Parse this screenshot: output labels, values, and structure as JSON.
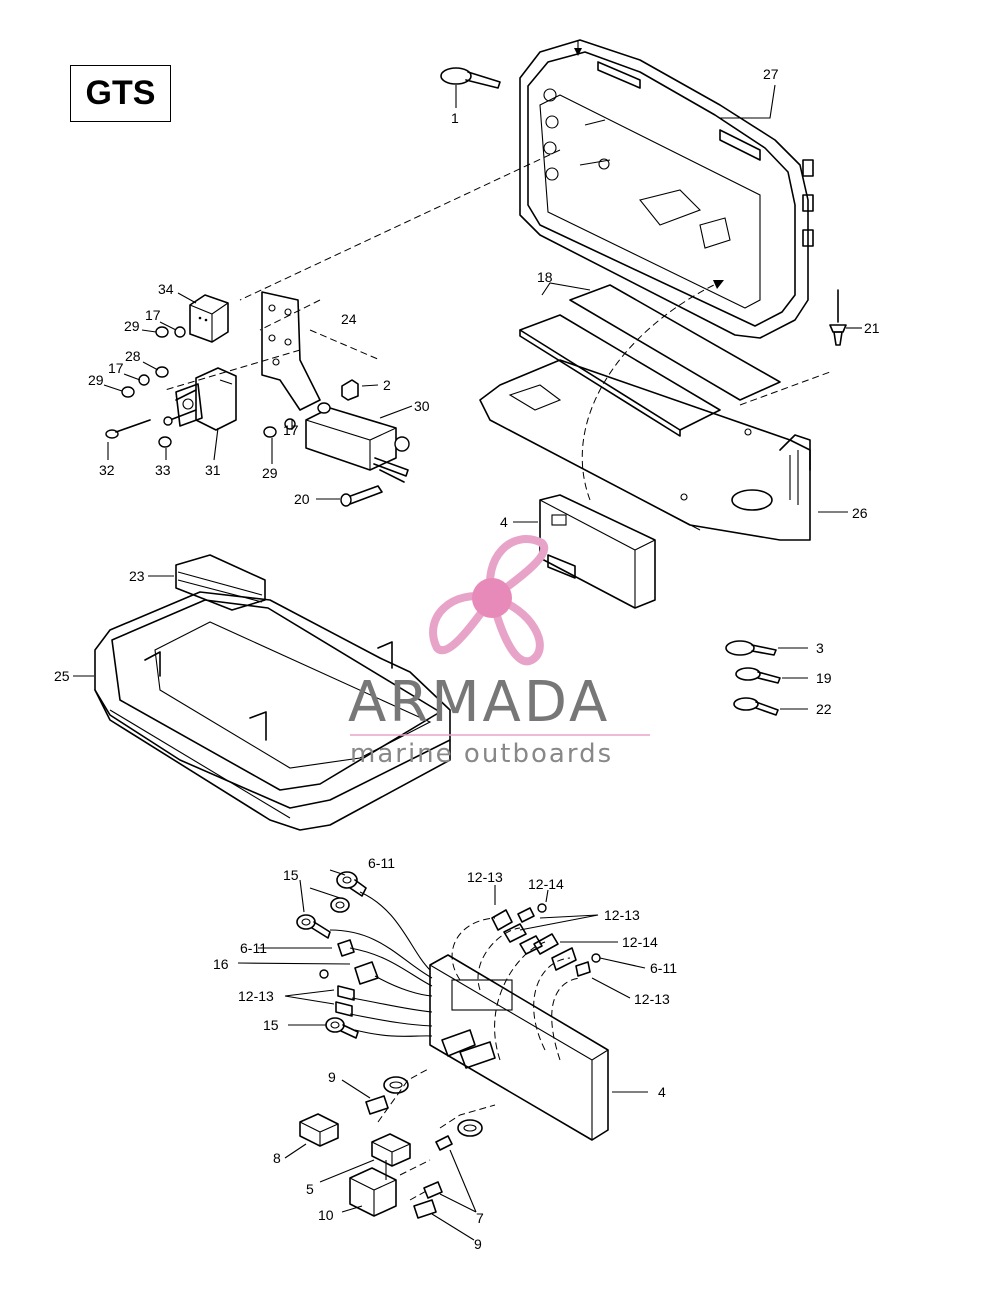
{
  "model_label": "GTS",
  "watermark": {
    "name": "ARMADA",
    "tagline": "marine outboards",
    "logo_color": "#e8a4c8",
    "logo_hub_color": "#e88ab9",
    "text_color": "#777777"
  },
  "callouts": {
    "c1": "1",
    "c27": "27",
    "c18": "18",
    "c21": "21",
    "c24": "24",
    "c34": "34",
    "c17a": "17",
    "c29a": "29",
    "c28": "28",
    "c29b": "29",
    "c17b": "17",
    "c2": "2",
    "c30": "30",
    "c32": "32",
    "c33": "33",
    "c31": "31",
    "c29c": "29",
    "c17c": "17",
    "c20": "20",
    "c26": "26",
    "c4a": "4",
    "c23": "23",
    "c25": "25",
    "c3": "3",
    "c19": "19",
    "c22": "22",
    "c6_11a": "6-11",
    "c15a": "15",
    "c12_13a": "12-13",
    "c12_14a": "12-14",
    "c12_13b": "12-13",
    "c12_14b": "12-14",
    "c6_11b": "6-11",
    "c16": "16",
    "c6_11c": "6-11",
    "c12_13c": "12-13",
    "c12_13d": "12-13",
    "c15b": "15",
    "c4b": "4",
    "c9a": "9",
    "c8": "8",
    "c5": "5",
    "c10": "10",
    "c7": "7",
    "c9b": "9"
  }
}
